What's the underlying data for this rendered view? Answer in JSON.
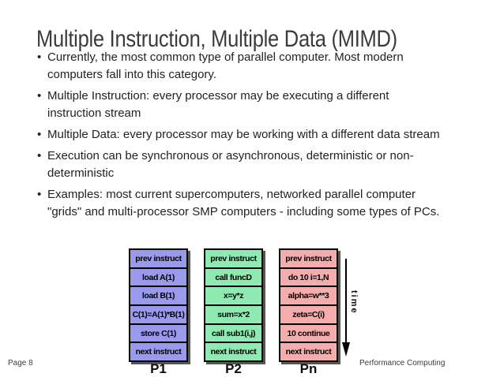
{
  "slide": {
    "title": "Multiple Instruction, Multiple Data (MIMD)",
    "bullets": [
      "Currently, the most common type of parallel computer. Most modern computers fall into this category.",
      "Multiple Instruction: every processor may be executing a different instruction stream",
      "Multiple Data: every processor may be working with a different data stream",
      "Execution can be synchronous or asynchronous, deterministic or non-deterministic",
      "Examples: most current supercomputers, networked parallel computer \"grids\" and multi-processor SMP computers - including some types of PCs."
    ],
    "footer_left": "Page 8",
    "footer_right": "Performance Computing"
  },
  "diagram": {
    "time_label": "time",
    "colors": {
      "p1_fill": "#9a9aec",
      "p2_fill": "#8feab2",
      "pn_fill": "#f5acac",
      "border": "#000000",
      "shadow": "#565656"
    },
    "processors": [
      {
        "label": "P1",
        "color": "#9a9aec",
        "instructions": [
          "prev instruct",
          "load A(1)",
          "load B(1)",
          "C(1)=A(1)*B(1)",
          "store C(1)",
          "next instruct"
        ]
      },
      {
        "label": "P2",
        "color": "#8feab2",
        "instructions": [
          "prev instruct",
          "call funcD",
          "x=y*z",
          "sum=x*2",
          "call sub1(i,j)",
          "next instruct"
        ]
      },
      {
        "label": "Pn",
        "color": "#f5acac",
        "instructions": [
          "prev instruct",
          "do 10 i=1,N",
          "alpha=w**3",
          "zeta=C(i)",
          "10 continue",
          "next instruct"
        ]
      }
    ]
  }
}
